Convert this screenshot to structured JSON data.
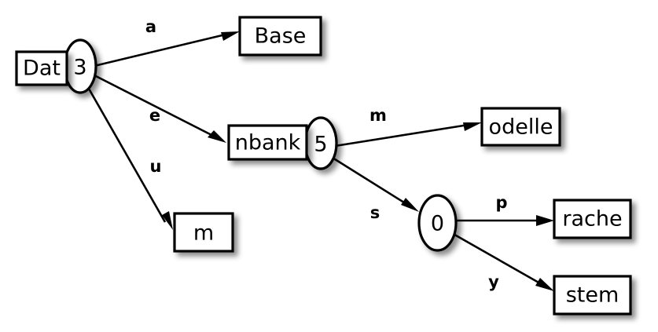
{
  "diagram": {
    "title": "trie-like graph diagram",
    "background_color": "#ffffff",
    "stroke_color": "#000000",
    "fill_color": "#ffffff",
    "nodes": [
      {
        "id": "dat",
        "shape": "rect",
        "label": "Dat"
      },
      {
        "id": "n3",
        "shape": "ellipse",
        "label": "3"
      },
      {
        "id": "base",
        "shape": "rect",
        "label": "Base"
      },
      {
        "id": "nbank",
        "shape": "rect",
        "label": "nbank"
      },
      {
        "id": "n5",
        "shape": "ellipse",
        "label": "5"
      },
      {
        "id": "m_box",
        "shape": "rect",
        "label": "m"
      },
      {
        "id": "odelle",
        "shape": "rect",
        "label": "odelle"
      },
      {
        "id": "n0",
        "shape": "ellipse",
        "label": "0"
      },
      {
        "id": "rache",
        "shape": "rect",
        "label": "rache"
      },
      {
        "id": "stem",
        "shape": "rect",
        "label": "stem"
      }
    ],
    "edges": [
      {
        "id": "e-a",
        "from": "n3",
        "to": "base",
        "label": "a"
      },
      {
        "id": "e-e",
        "from": "n3",
        "to": "nbank",
        "label": "e"
      },
      {
        "id": "e-u",
        "from": "n3",
        "to": "m_box",
        "label": "u"
      },
      {
        "id": "e-m",
        "from": "n5",
        "to": "odelle",
        "label": "m"
      },
      {
        "id": "e-s",
        "from": "n5",
        "to": "n0",
        "label": "s"
      },
      {
        "id": "e-p",
        "from": "n0",
        "to": "rache",
        "label": "p"
      },
      {
        "id": "e-y",
        "from": "n0",
        "to": "stem",
        "label": "y"
      }
    ]
  }
}
